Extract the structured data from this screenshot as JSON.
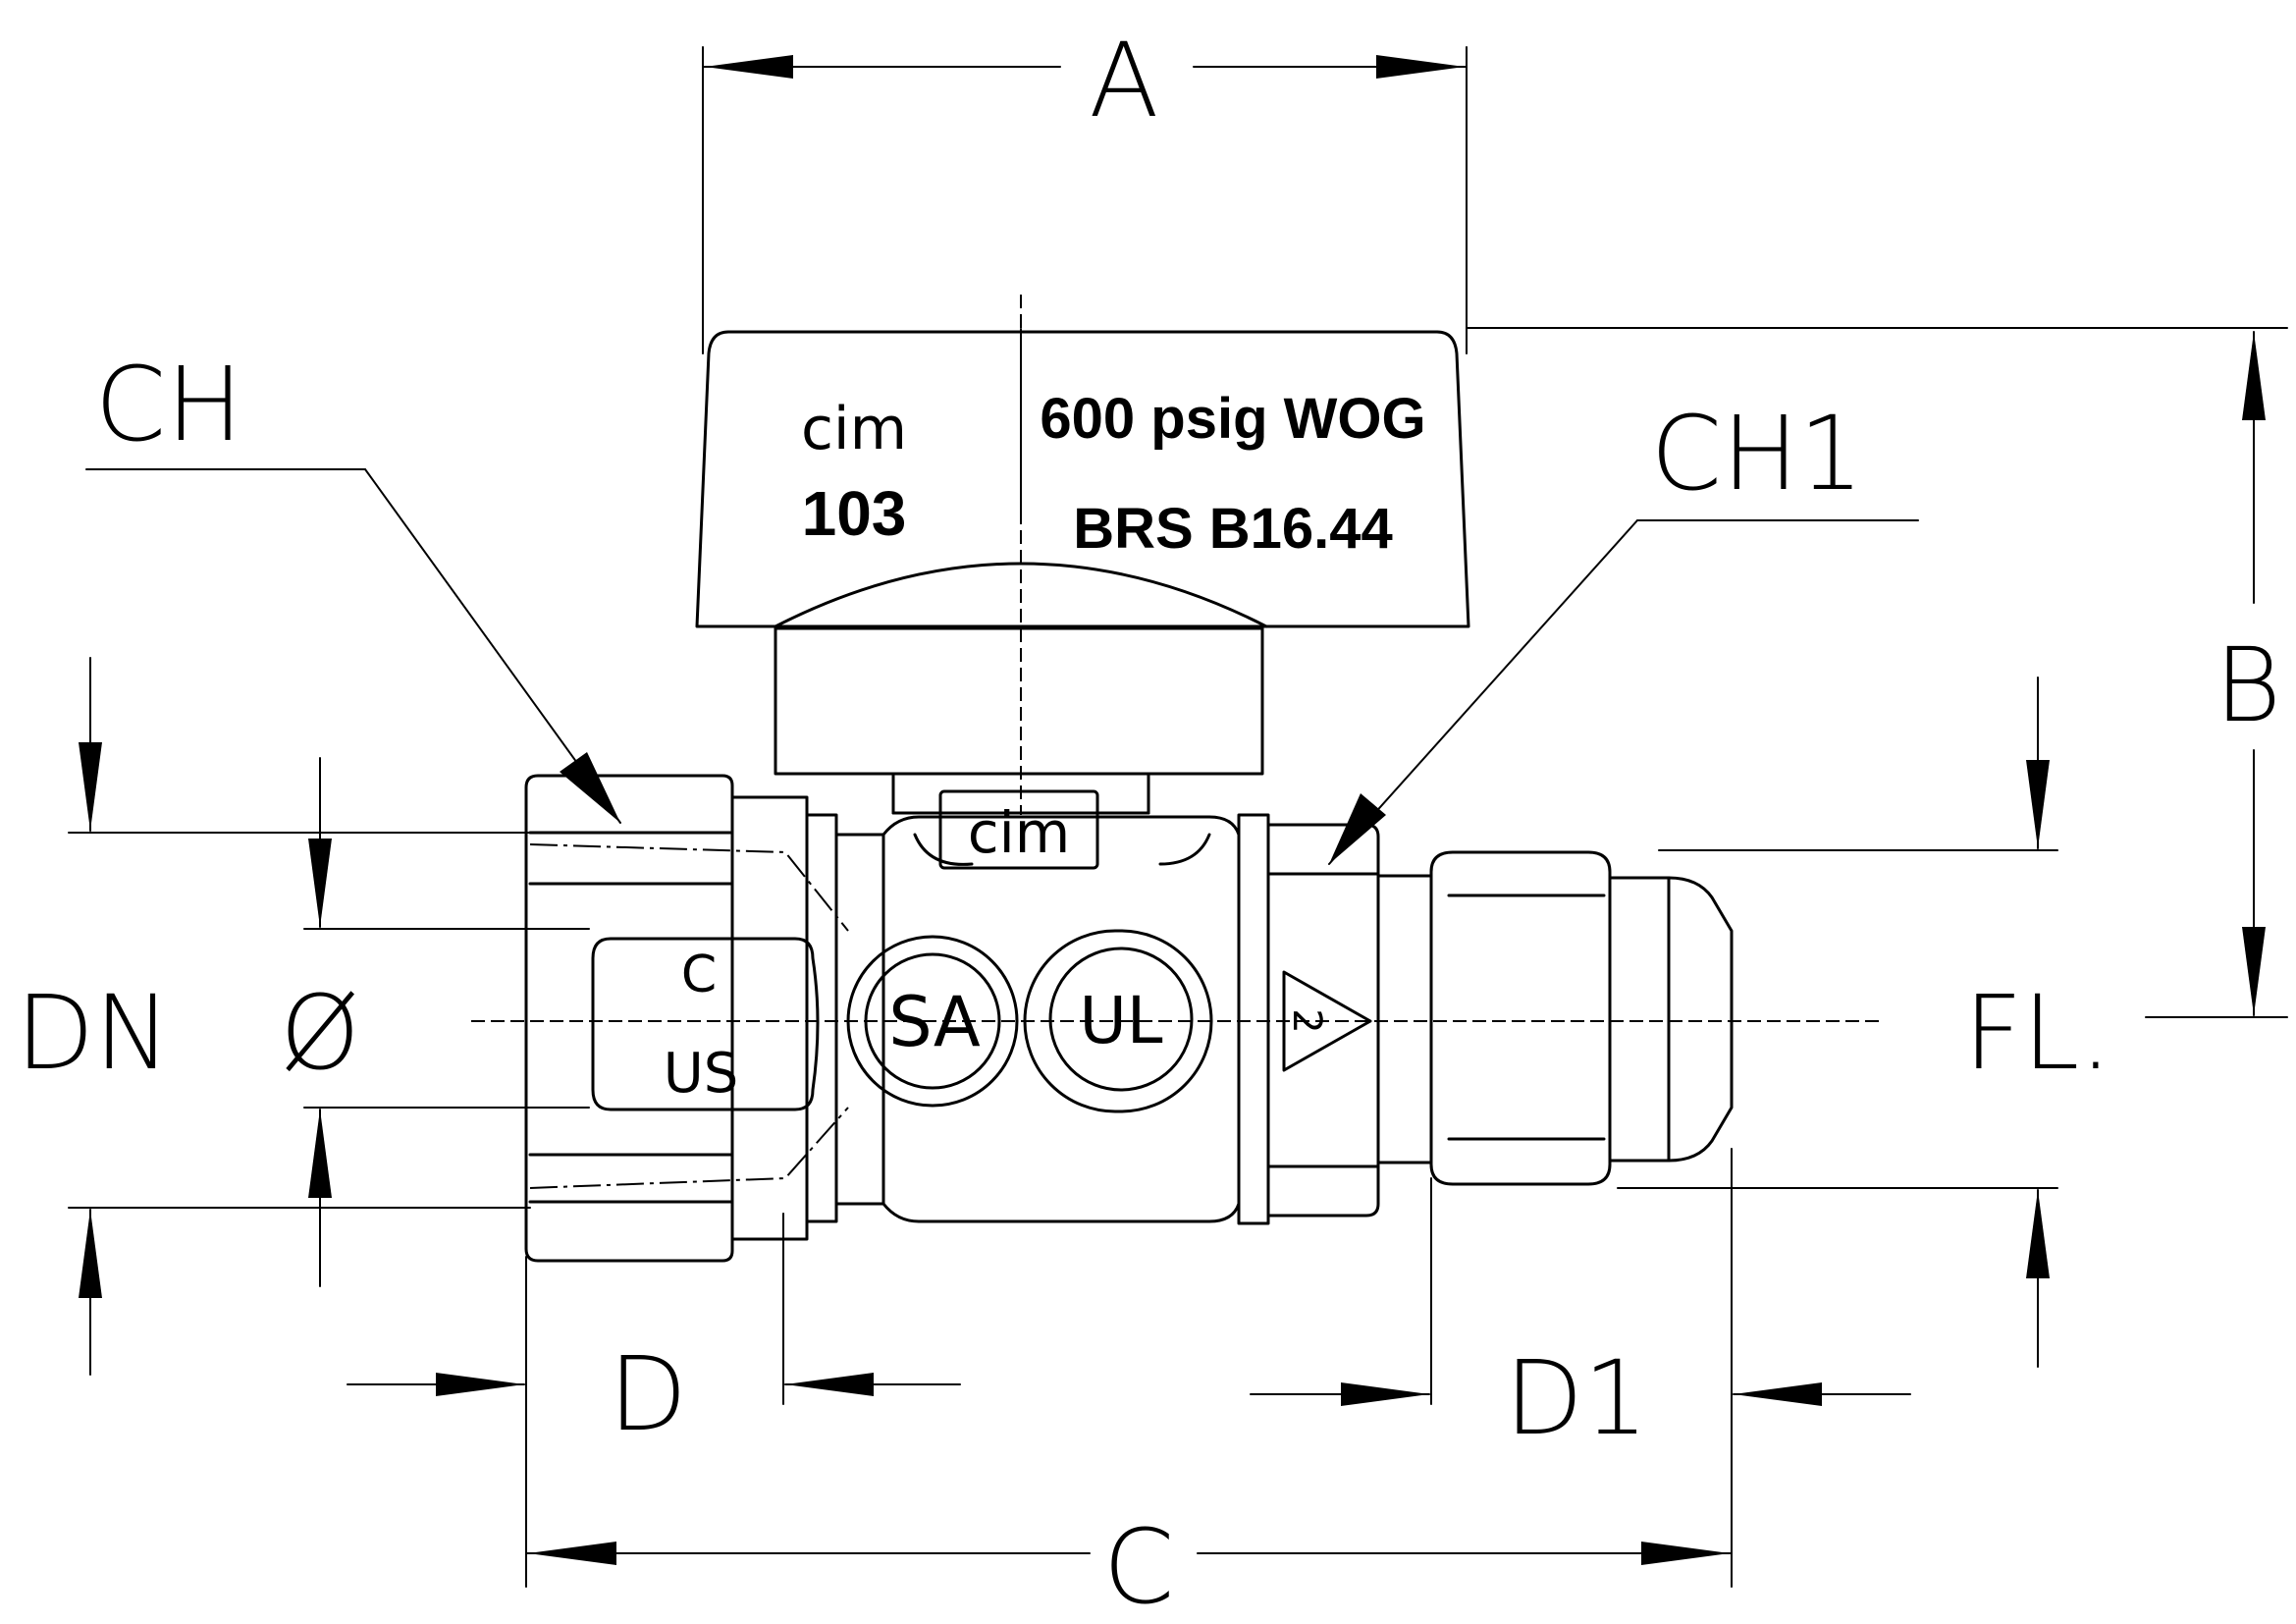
{
  "labels": {
    "a": "A",
    "b": "B",
    "c": "C",
    "d": "D",
    "d1": "D1",
    "ch": "CH",
    "ch1": "CH1",
    "dn": "DN",
    "diameter": "Ø",
    "fl": "FL."
  },
  "handle": {
    "brand": "cim",
    "model": "103",
    "pressure": "600  psig  WOG",
    "material": "BRS  B16.44"
  },
  "body": {
    "brand": "cim",
    "cert_c": "C",
    "cert_us": "US",
    "csa": "SA",
    "ul": "UL",
    "arrow_number": "2"
  }
}
